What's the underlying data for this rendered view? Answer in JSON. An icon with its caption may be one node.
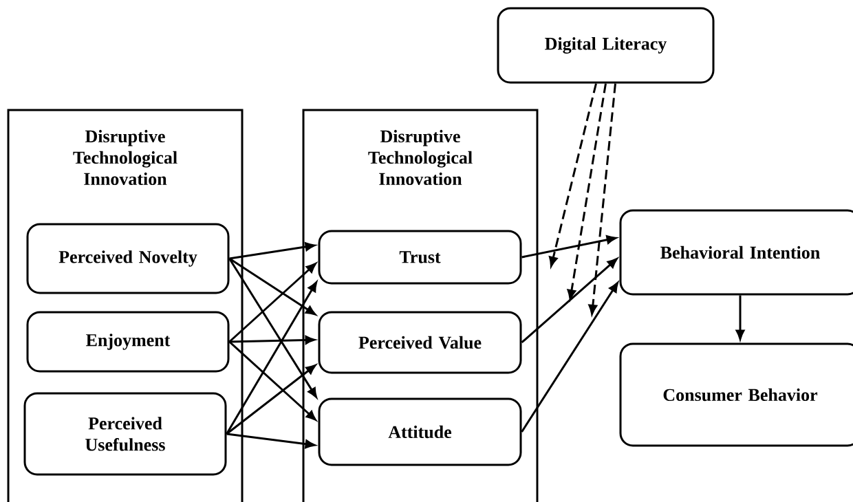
{
  "diagram": {
    "nodes": [
      {
        "text": [
          "Digital Literacy"
        ]
      },
      {
        "text": [
          "Disruptive Technological Innovation"
        ]
      },
      {
        "text": [
          "Perceived Novelty"
        ],
        "in": 1
      },
      {
        "text": [
          "Enjoyment"
        ],
        "in": 1
      },
      {
        "text": [
          "Perceived Usefulness"
        ],
        "in": 1
      },
      {
        "text": [
          "Disruptive Technological Innovation"
        ]
      },
      {
        "text": [
          "Trust"
        ],
        "in": 5
      },
      {
        "text": [
          "Perceived Value"
        ],
        "in": 5
      },
      {
        "text": [
          "Attitude"
        ],
        "in": 5
      },
      {
        "text": [
          "Behavioral Intention"
        ]
      },
      {
        "text": [
          "Consumer Behavior"
        ]
      }
    ],
    "edges": [
      {
        "from": 2,
        "to": 6,
        "arrow": "to"
      },
      {
        "from": 2,
        "to": 7,
        "arrow": "to"
      },
      {
        "from": 2,
        "to": 8,
        "arrow": "to"
      },
      {
        "from": 3,
        "to": 6,
        "arrow": "to"
      },
      {
        "from": 3,
        "to": 7,
        "arrow": "to"
      },
      {
        "from": 3,
        "to": 8,
        "arrow": "to"
      },
      {
        "from": 4,
        "to": 6,
        "arrow": "to"
      },
      {
        "from": 4,
        "to": 7,
        "arrow": "to"
      },
      {
        "from": 4,
        "to": 8,
        "arrow": "to"
      },
      {
        "from": 6,
        "to": 9,
        "arrow": "to"
      },
      {
        "from": 7,
        "to": 9,
        "arrow": "to"
      },
      {
        "from": 8,
        "to": 9,
        "arrow": "to"
      },
      {
        "from": 9,
        "to": 10,
        "arrow": "to"
      },
      {
        "from": 0,
        "to": null,
        "arrow": "to",
        "style": "dashed"
      },
      {
        "from": 0,
        "to": null,
        "arrow": "to",
        "style": "dashed"
      },
      {
        "from": 0,
        "to": null,
        "arrow": "to",
        "style": "dashed"
      }
    ]
  }
}
